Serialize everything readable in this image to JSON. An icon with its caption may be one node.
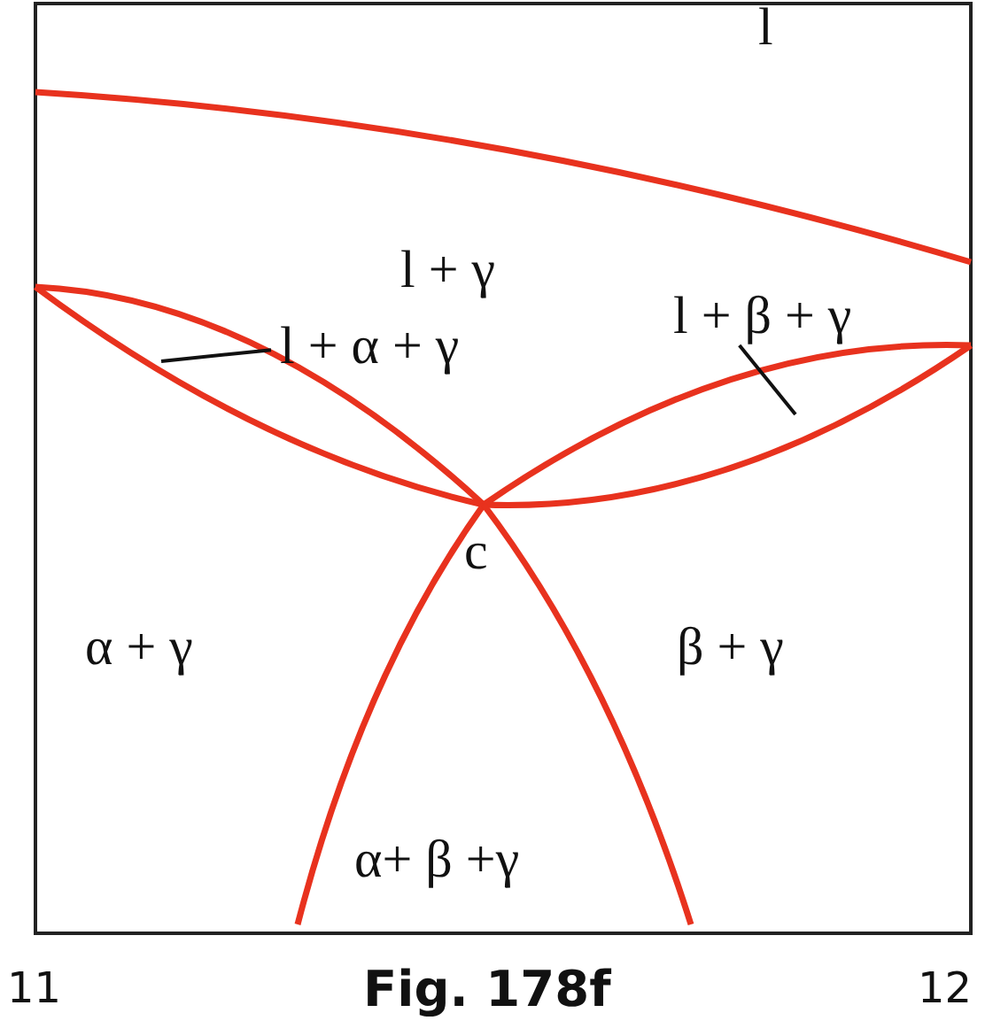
{
  "diagram": {
    "caption": "Fig. 178f",
    "nodes": [
      {
        "text": [
          "l + α + γ"
        ]
      },
      {
        "text": [
          "l + β + γ"
        ]
      }
    ],
    "edges": [
      {
        "from": 0,
        "to": null,
        "arrow": "none"
      },
      {
        "from": 1,
        "to": null,
        "arrow": "none"
      }
    ],
    "labels": [
      "l",
      "l + γ",
      "c",
      "α + γ",
      "β + γ",
      "α+ β +γ",
      "11",
      "12"
    ]
  }
}
